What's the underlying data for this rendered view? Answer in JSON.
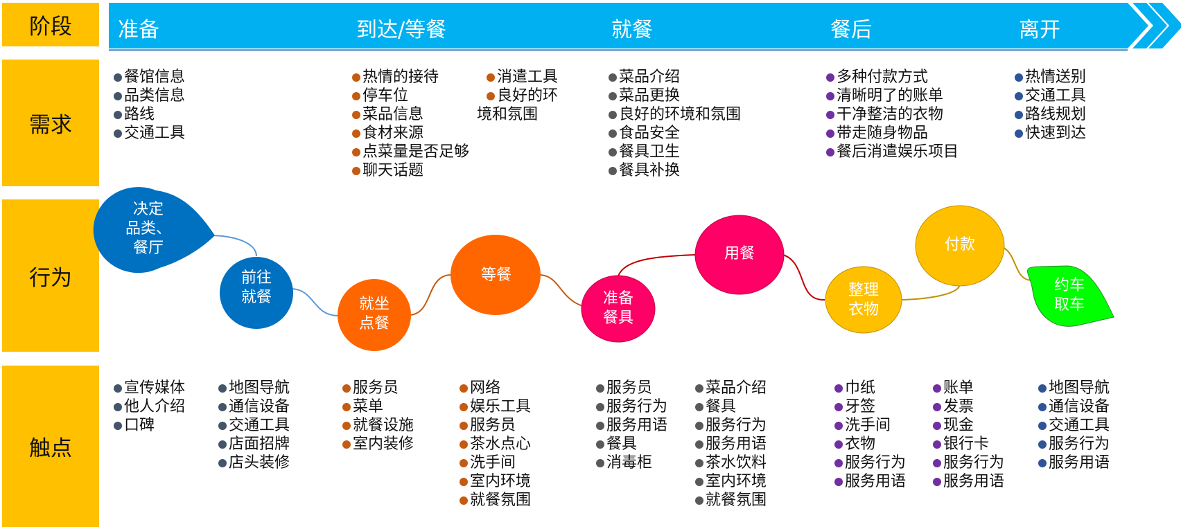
{
  "row_labels": {
    "stage": "阶段",
    "need": "需求",
    "action": "行为",
    "touchpoint": "触点"
  },
  "colors": {
    "row_label_bg": "#ffc000",
    "banner": "#00b0f0",
    "prepare": "#44546a",
    "arrive": "#c55a11",
    "dine": "#595959",
    "after": "#7030a0",
    "leave": "#2f5597"
  },
  "stages": [
    "准备",
    "到达/等餐",
    "就餐",
    "餐后",
    "离开"
  ],
  "needs": {
    "prepare": [
      "餐馆信息",
      "品类信息",
      "路线",
      "交通工具"
    ],
    "arrive_col1": [
      "热情的接待",
      "停车位",
      "菜品信息",
      "食材来源",
      "点菜量是否足够",
      "聊天话题"
    ],
    "arrive_col2": [
      "消遣工具",
      "良好的环",
      "境和氛围"
    ],
    "dine": [
      "菜品介绍",
      "菜品更换",
      "良好的环境和氛围",
      "食品安全",
      "餐具卫生",
      "餐具补换"
    ],
    "after": [
      "多种付款方式",
      "清晰明了的账单",
      "干净整洁的衣物",
      "带走随身物品",
      "餐后消遣娱乐项目"
    ],
    "leave": [
      "热情送别",
      "交通工具",
      "路线规划",
      "快速到达"
    ]
  },
  "actions": [
    {
      "label_line1": "决定",
      "label_line2": "品类、",
      "label_line3": "餐厅",
      "color": "#0070c0",
      "shape": "teardrop"
    },
    {
      "label_line1": "前往",
      "label_line2": "就餐",
      "color": "#0070c0",
      "shape": "circle"
    },
    {
      "label_line1": "就坐",
      "label_line2": "点餐",
      "color": "#ff6600",
      "shape": "circle"
    },
    {
      "label_line1": "等餐",
      "color": "#ff6600",
      "shape": "circle"
    },
    {
      "label_line1": "准备",
      "label_line2": "餐具",
      "color": "#ff0066",
      "shape": "circle"
    },
    {
      "label_line1": "用餐",
      "color": "#ff0066",
      "shape": "circle"
    },
    {
      "label_line1": "整理",
      "label_line2": "衣物",
      "color": "#ffc000",
      "shape": "circle"
    },
    {
      "label_line1": "付款",
      "color": "#ffc000",
      "shape": "circle"
    },
    {
      "label_line1": "约车",
      "label_line2": "取车",
      "color": "#00ff00",
      "shape": "teardrop"
    }
  ],
  "touchpoints": {
    "prepare_col1": [
      "宣传媒体",
      "他人介绍",
      "口碑"
    ],
    "prepare_col2": [
      "地图导航",
      "通信设备",
      "交通工具",
      "店面招牌",
      "店头装修"
    ],
    "arrive_col1": [
      "服务员",
      "菜单",
      "就餐设施",
      "室内装修"
    ],
    "arrive_col2": [
      "网络",
      "娱乐工具",
      "服务员",
      "茶水点心",
      "洗手间",
      "室内环境",
      "就餐氛围"
    ],
    "dine_col1": [
      "服务员",
      "服务行为",
      "服务用语",
      "餐具",
      "消毒柜"
    ],
    "dine_col2": [
      "菜品介绍",
      "餐具",
      "服务行为",
      "服务用语",
      "茶水饮料",
      "室内环境",
      "就餐氛围"
    ],
    "after_col1": [
      "巾纸",
      "牙签",
      "洗手间",
      "衣物",
      "服务行为",
      "服务用语"
    ],
    "after_col2": [
      "账单",
      "发票",
      "现金",
      "银行卡",
      "服务行为",
      "服务用语"
    ],
    "leave": [
      "地图导航",
      "通信设备",
      "交通工具",
      "服务行为",
      "服务用语"
    ]
  }
}
